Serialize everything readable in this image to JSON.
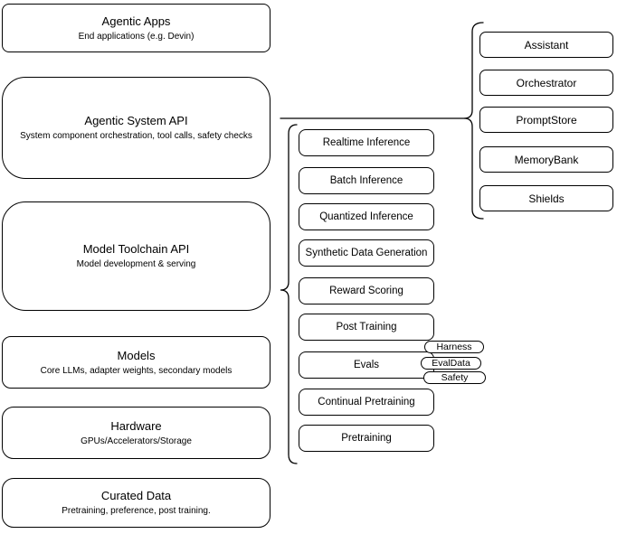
{
  "colors": {
    "stroke": "#000000",
    "fill": "#ffffff",
    "text": "#000000"
  },
  "layers": [
    {
      "title": "Agentic Apps",
      "subtitle": "End applications (e.g. Devin)"
    },
    {
      "title": "Agentic System API",
      "subtitle": "System component orchestration, tool calls, safety checks"
    },
    {
      "title": "Model Toolchain API",
      "subtitle": "Model development & serving"
    },
    {
      "title": "Models",
      "subtitle": "Core LLMs, adapter weights, secondary models"
    },
    {
      "title": "Hardware",
      "subtitle": "GPUs/Accelerators/Storage"
    },
    {
      "title": "Curated Data",
      "subtitle": "Pretraining, preference, post training."
    }
  ],
  "toolchain": {
    "items": [
      "Realtime Inference",
      "Batch Inference",
      "Quantized Inference",
      "Synthetic Data Generation",
      "Reward Scoring",
      "Post Training",
      "Evals",
      "Continual Pretraining",
      "Pretraining"
    ]
  },
  "evals_tags": [
    "Harness",
    "EvalData",
    "Safety"
  ],
  "system_components": [
    "Assistant",
    "Orchestrator",
    "PromptStore",
    "MemoryBank",
    "Shields"
  ]
}
